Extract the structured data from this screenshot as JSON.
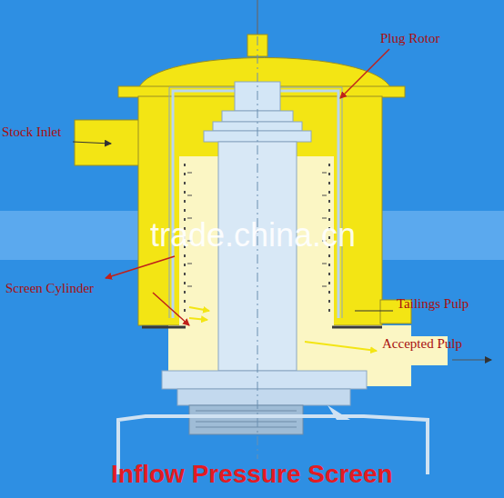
{
  "diagram": {
    "title": "Inflow Pressure Screen",
    "labels": [
      "Plug Rotor",
      "Stock Inlet",
      "Screen Cylinder",
      "Tailings Pulp",
      "Accepted Pulp",
      "trade.china.cn"
    ]
  }
}
